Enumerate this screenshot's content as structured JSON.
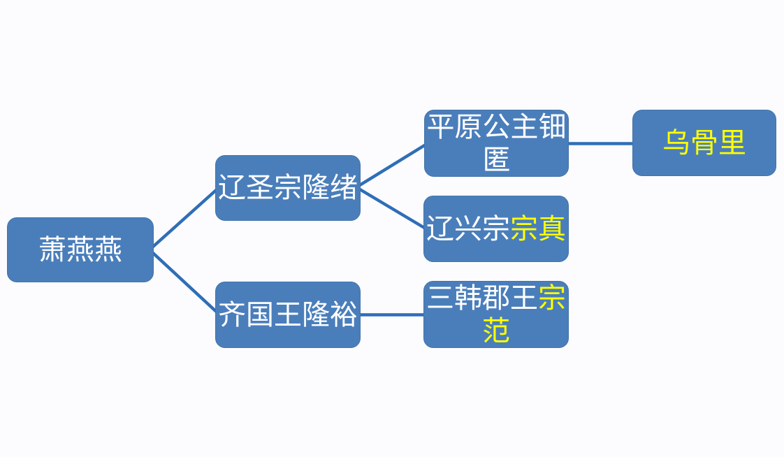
{
  "diagram": {
    "type": "family-tree",
    "nodes": [
      {
        "id": "xiao-yanyan",
        "text_white": "萧燕燕",
        "text_yellow": ""
      },
      {
        "id": "liao-shengzong-longxu",
        "text_white": "辽圣宗隆绪",
        "text_yellow": ""
      },
      {
        "id": "qi-guo-wang-longyu",
        "text_white": "齐国王隆裕",
        "text_yellow": ""
      },
      {
        "id": "pingyuan-gongzhu-dianni",
        "text_white": "平原公主钿匿",
        "text_yellow": ""
      },
      {
        "id": "liao-xingzong-zongzhen",
        "text_white": "辽兴宗",
        "text_yellow": "宗真"
      },
      {
        "id": "sanhan-junwang-zongfan",
        "text_white": "三韩郡王",
        "text_yellow": "宗范"
      },
      {
        "id": "wuguli",
        "text_white": "",
        "text_yellow": "乌骨里"
      }
    ],
    "connections": [
      {
        "from": "xiao-yanyan",
        "to": "liao-shengzong-longxu"
      },
      {
        "from": "xiao-yanyan",
        "to": "qi-guo-wang-longyu"
      },
      {
        "from": "liao-shengzong-longxu",
        "to": "pingyuan-gongzhu-dianni"
      },
      {
        "from": "liao-shengzong-longxu",
        "to": "liao-xingzong-zongzhen"
      },
      {
        "from": "qi-guo-wang-longyu",
        "to": "sanhan-junwang-zongfan"
      },
      {
        "from": "pingyuan-gongzhu-dianni",
        "to": "wuguli"
      }
    ],
    "colors": {
      "box_fill": "#4A7EBB",
      "box_border": "#4173A8",
      "connector": "#2F6EB7",
      "text_primary": "#FFFFFF",
      "text_highlight": "#FFFF00",
      "background": "#FCFCFE"
    }
  }
}
